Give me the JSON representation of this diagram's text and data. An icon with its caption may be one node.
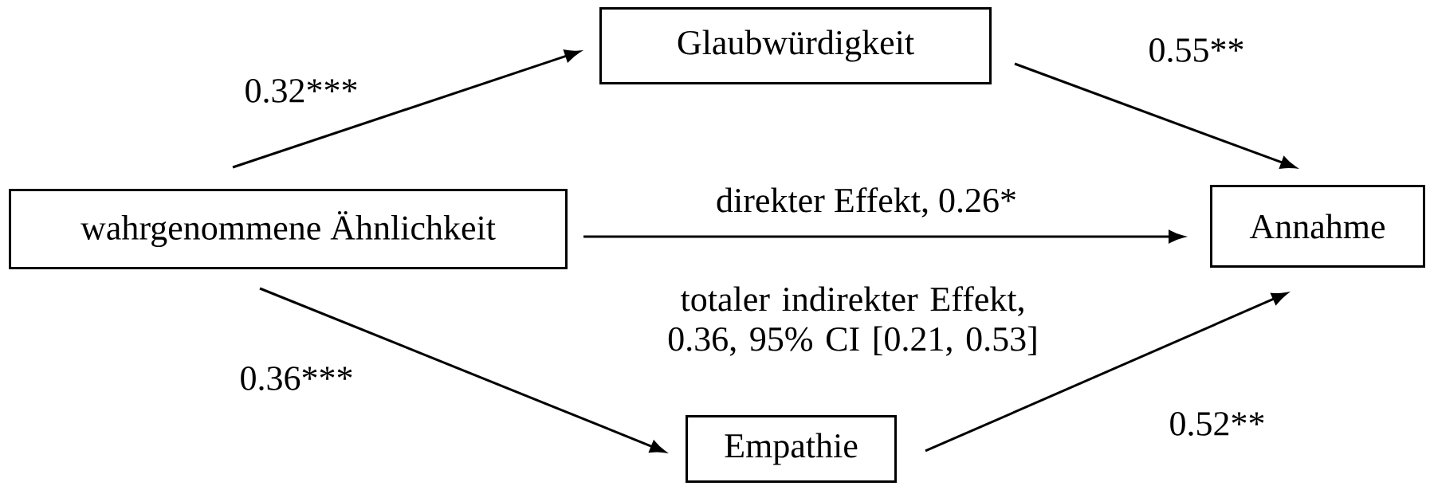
{
  "diagram": {
    "nodes": [
      {
        "text": [
          "Glaubwürdigkeit"
        ]
      },
      {
        "text": [
          "wahrgenommene Ähnlichkeit"
        ]
      },
      {
        "text": [
          "Annahme"
        ]
      },
      {
        "text": [
          "Empathie"
        ]
      }
    ],
    "edges": [
      {
        "from": 1,
        "to": 0,
        "arrow": "to",
        "label": "0.32***"
      },
      {
        "from": 0,
        "to": 2,
        "arrow": "to",
        "label": "0.55**"
      },
      {
        "from": 1,
        "to": 2,
        "arrow": "to",
        "label": "direkter Effekt, 0.26*"
      },
      {
        "from": 1,
        "to": 3,
        "arrow": "to",
        "label": "0.36***"
      },
      {
        "from": 3,
        "to": 2,
        "arrow": "to",
        "label": "0.52**"
      }
    ],
    "labels": [
      "totaler indirekter Effekt, 0.36, 95% CI [0.21, 0.53]"
    ]
  }
}
